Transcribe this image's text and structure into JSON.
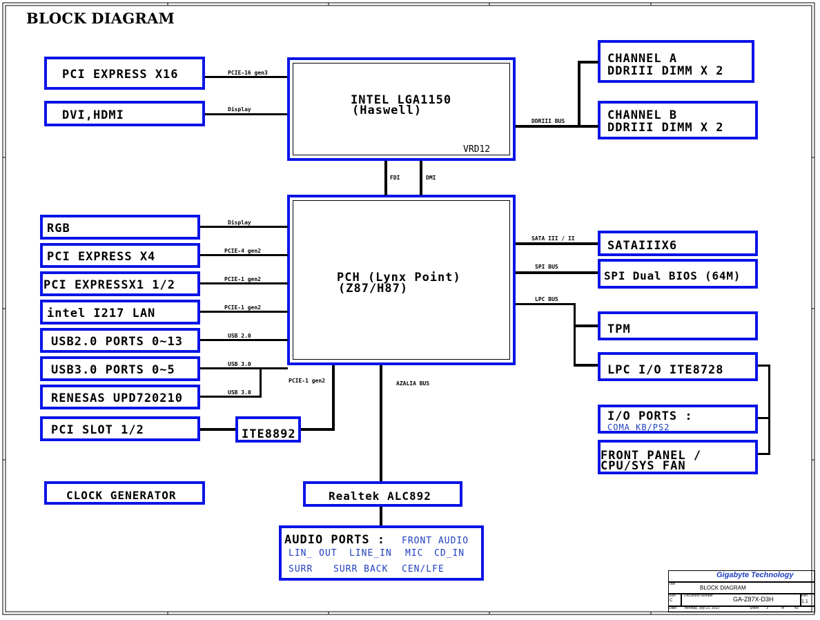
{
  "heading": "BLOCK DIAGRAM",
  "cpu": {
    "line1": "INTEL LGA1150",
    "line2": "(Haswell)",
    "vrd": "VRD12"
  },
  "pch": {
    "line1": "PCH (Lynx Point)",
    "line2": "(Z87/H87)"
  },
  "left_top": [
    {
      "label": "PCI EXPRESS X16",
      "bus": "PCIE-16 gen3"
    },
    {
      "label": "DVI,HDMI",
      "bus": "Display"
    }
  ],
  "left_pch": [
    {
      "label": "RGB",
      "bus": "Display"
    },
    {
      "label": "PCI EXPRESS X4",
      "bus": "PCIE-4 gen2"
    },
    {
      "label": "PCI EXPRESSX1 1/2",
      "bus": "PCIE-1 gen2"
    },
    {
      "label": "intel I217 LAN",
      "bus": "PCIE-1 gen2"
    },
    {
      "label": "USB2.0 PORTS 0~13",
      "bus": "USB 2.0"
    },
    {
      "label": "USB3.0 PORTS 0~5",
      "bus": "USB 3.0"
    },
    {
      "label": "RENESAS UPD720210",
      "bus": "USB 3.0"
    }
  ],
  "pci_slot": "PCI SLOT 1/2",
  "ite8892": "ITE8892",
  "pcie_ite_bus": "PCIE-1 gen2",
  "clock": "CLOCK GENERATOR",
  "realtek": "Realtek ALC892",
  "azalia_bus": "AZALIA BUS",
  "audio": {
    "title": "AUDIO PORTS :",
    "front": "FRONT AUDIO",
    "row2": [
      "LIN_ OUT",
      "LINE_IN",
      "MIC",
      "CD_IN"
    ],
    "row3": [
      "SURR",
      "SURR BACK",
      "CEN/LFE"
    ]
  },
  "cpu_pch_buses": [
    "FDI",
    "DMI"
  ],
  "memory": {
    "bus": "DDRIII BUS",
    "a1": "CHANNEL A",
    "a2": "DDRIII  DIMM X 2",
    "b1": "CHANNEL B",
    "b2": "DDRIII DIMM X 2"
  },
  "right_pch": {
    "sata": "SATAIIIX6",
    "sata_bus": "SATA III / II",
    "spi": "SPI Dual BIOS (64M)",
    "spi_bus": "SPI BUS",
    "lpc_bus": "LPC BUS",
    "tpm": "TPM",
    "lpc_io": "LPC I/O ITE8728",
    "io1": "I/O PORTS :",
    "io2": "COMA  KB/PS2",
    "fp1": "FRONT PANEL /",
    "fp2": "CPU/SYS FAN"
  },
  "title_block": {
    "company": "Gigabyte Technology",
    "title_lbl": "Title",
    "title": "BLOCK DIAGRAM",
    "size_lbl": "Size",
    "size": "C",
    "docnum_lbl": "Document Number",
    "docnum": "GA-Z87X-D3H",
    "rev_lbl": "Rev",
    "rev": "1.1",
    "date_lbl": "Date:",
    "date": "Monday, July 22, 2013",
    "sheet_lbl": "Sheet",
    "sheet": "3",
    "of_lbl": "of",
    "of": "43"
  },
  "colors": {
    "box_border": "#0a14e6",
    "blue_text": "#1f3fbf",
    "company": "#1f3fbf"
  }
}
